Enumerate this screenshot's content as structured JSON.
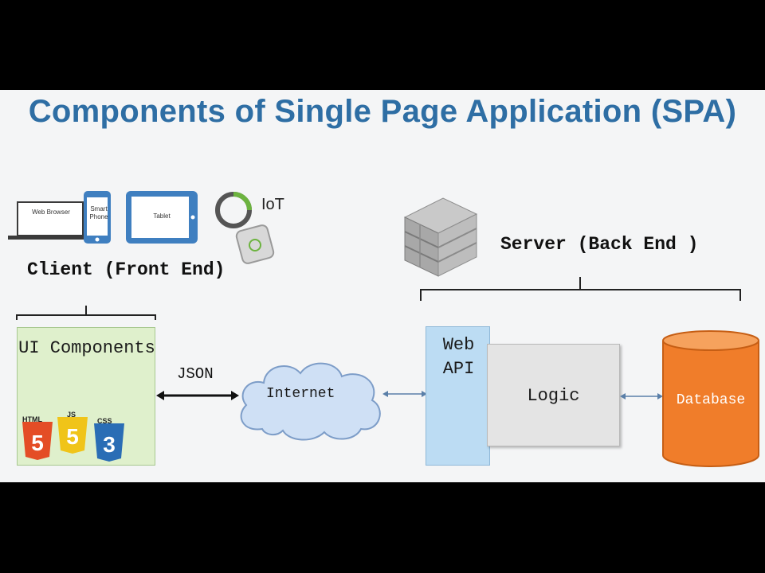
{
  "title": "Components of Single Page Application (SPA)",
  "client": {
    "label": "Client (Front End)",
    "devices": {
      "web_browser": "Web Browser",
      "smart_phone": "Smart Phone",
      "tablet": "Tablet",
      "iot": "IoT"
    },
    "ui_components": "UI Components",
    "badges": {
      "html": "HTML",
      "js": "JS",
      "css": "CSS"
    }
  },
  "json_label": "JSON",
  "internet_label": "Internet",
  "server": {
    "label": "Server (Back End )",
    "web_api": "Web API",
    "logic": "Logic",
    "database": "Database"
  },
  "colors": {
    "title": "#2e6ea4",
    "ui_box": "#dff0cc",
    "web_api": "#bcdcf3",
    "logic": "#e4e4e4",
    "database": "#f07d2a",
    "cloud": "#cfe0f5"
  }
}
